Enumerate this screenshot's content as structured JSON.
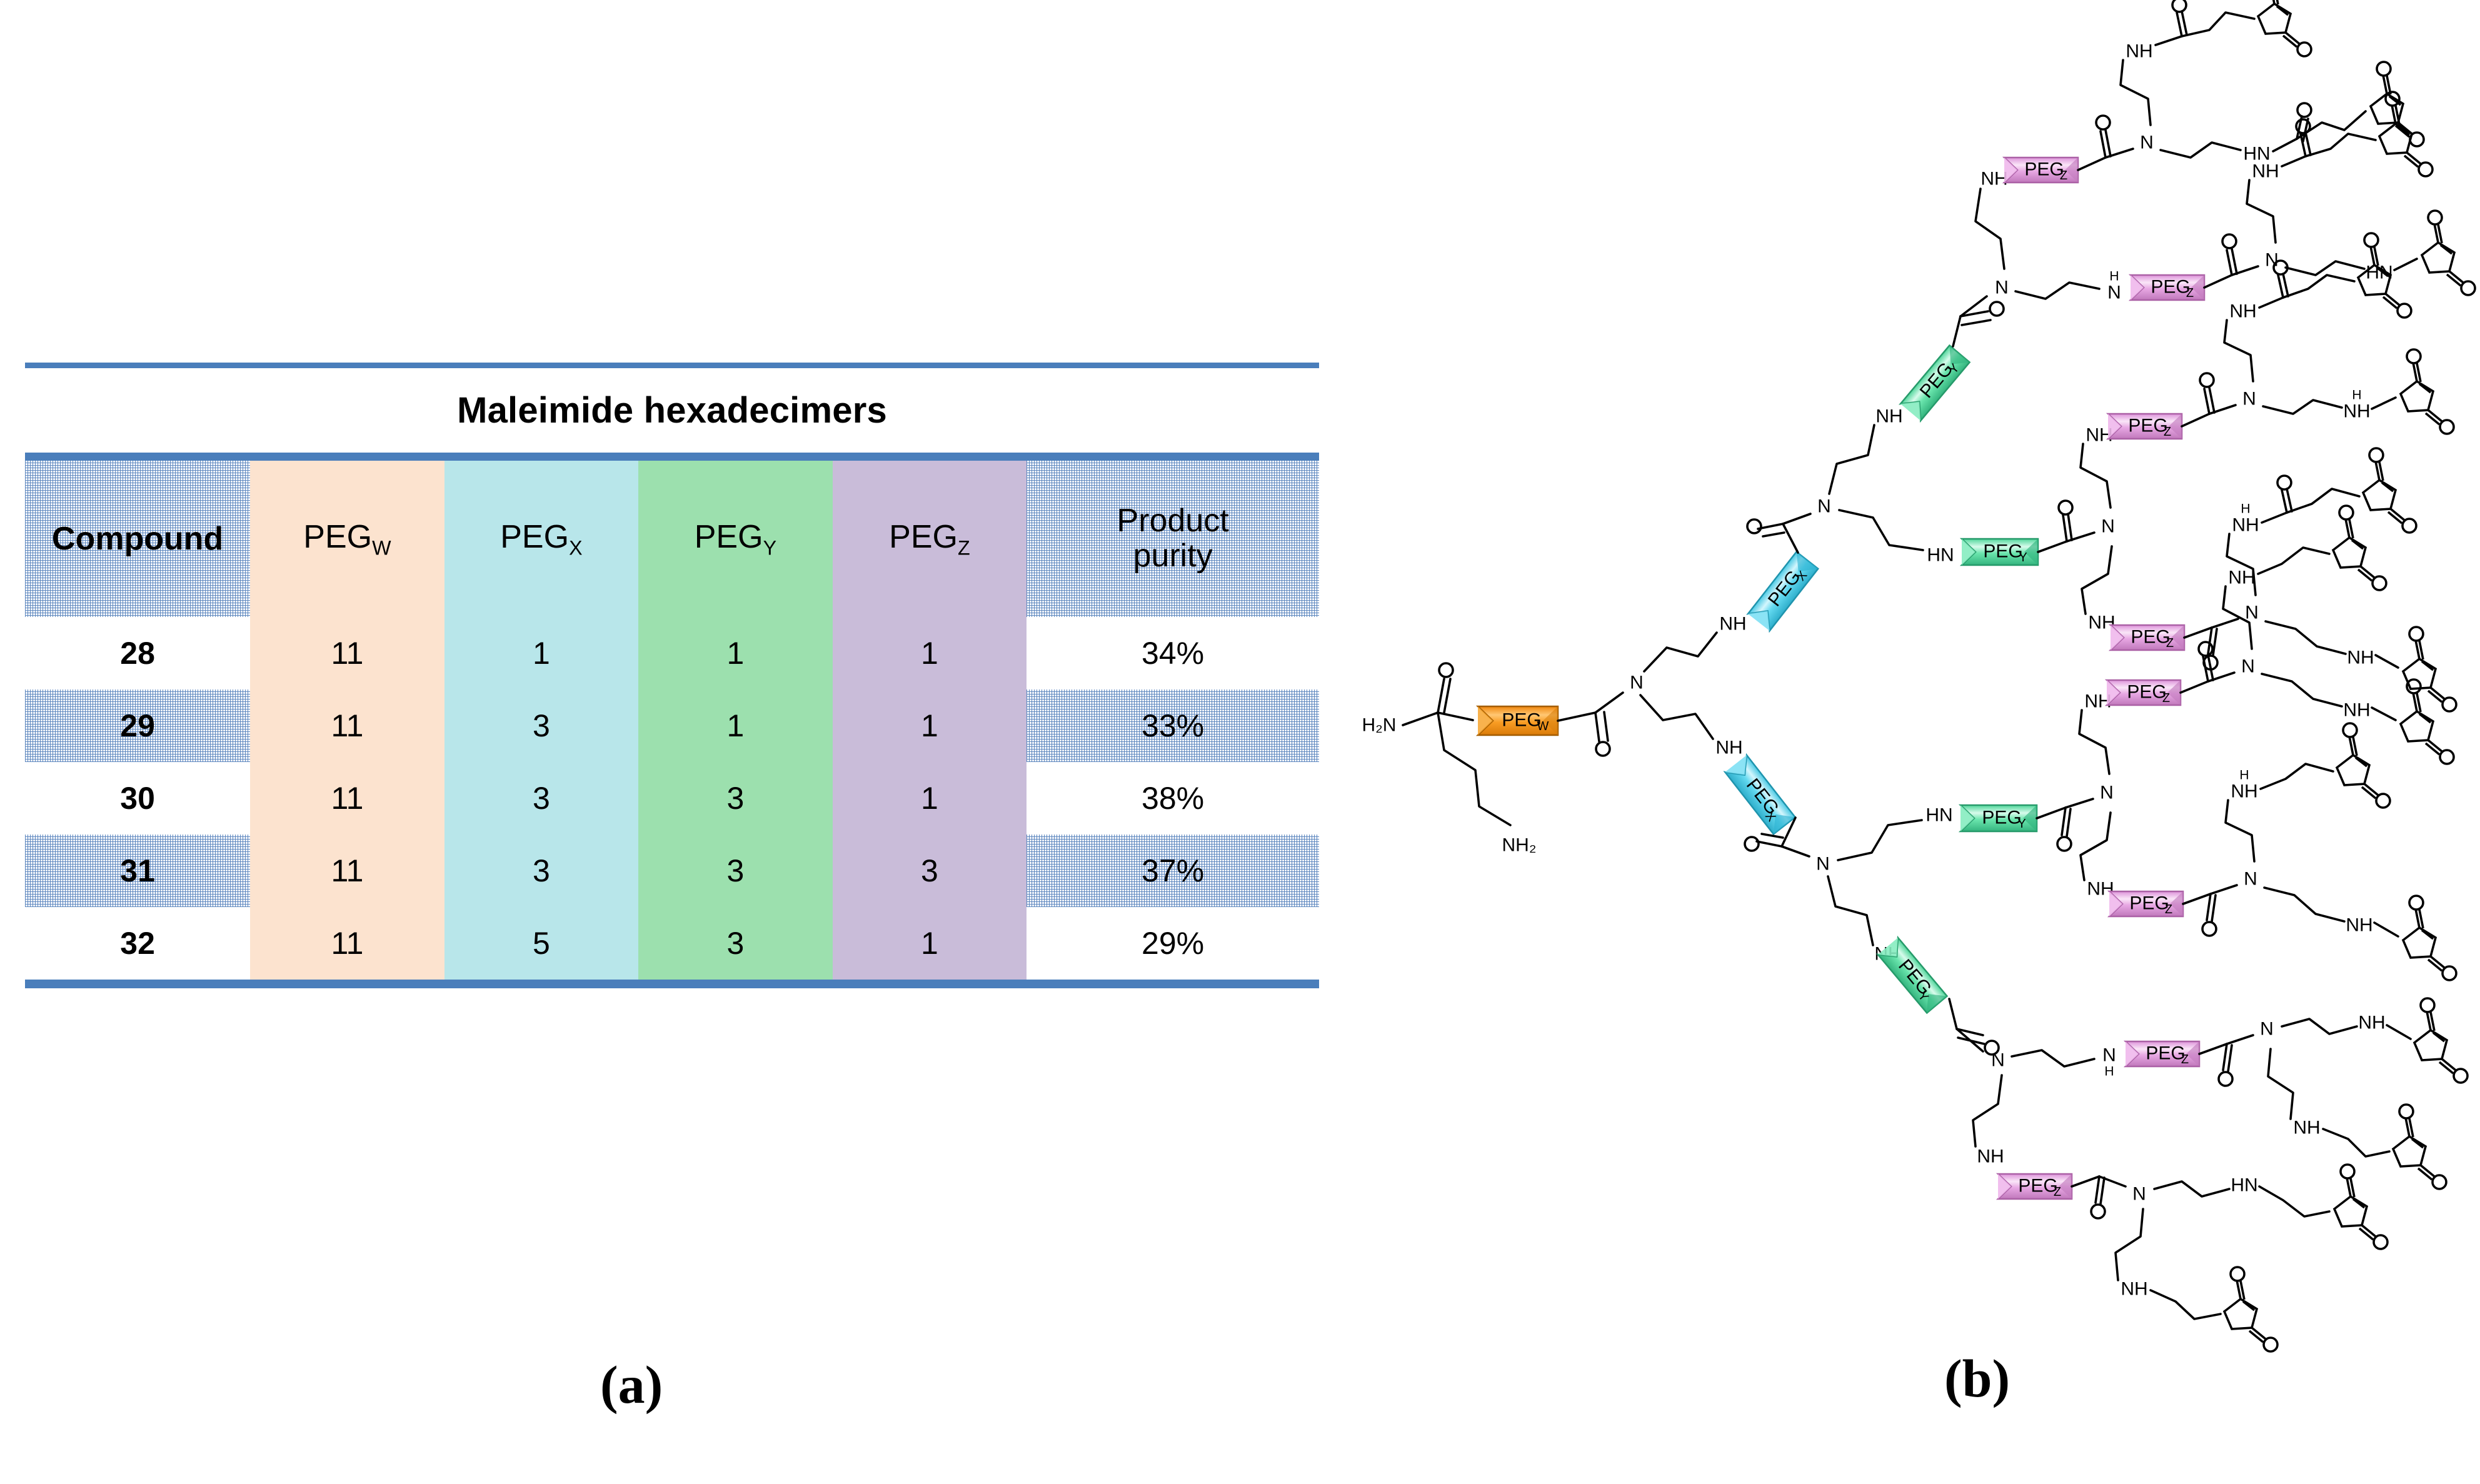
{
  "figure": {
    "panel_a_label": "(a)",
    "panel_b_label": "(b)"
  },
  "table": {
    "title": "Maleimide hexadecimers",
    "rule_color": "#4a7ebb",
    "columns": [
      {
        "key": "compound",
        "label": "Compound",
        "label_sub": "",
        "bg": "#dce6f1"
      },
      {
        "key": "pegw",
        "label": "PEG",
        "label_sub": "W",
        "bg": "#fce3cf"
      },
      {
        "key": "pegx",
        "label": "PEG",
        "label_sub": "X",
        "bg": "#b8e6ea"
      },
      {
        "key": "pegy",
        "label": "PEG",
        "label_sub": "Y",
        "bg": "#9ce0ae"
      },
      {
        "key": "pegz",
        "label": "PEG",
        "label_sub": "Z",
        "bg": "#c9bcd9"
      },
      {
        "key": "purity",
        "label_line1": "Product",
        "label_line2": "purity",
        "bg": "#dce6f1"
      }
    ],
    "rows": [
      {
        "compound": "28",
        "pegw": "11",
        "pegx": "1",
        "pegy": "1",
        "pegz": "1",
        "purity": "34%"
      },
      {
        "compound": "29",
        "pegw": "11",
        "pegx": "3",
        "pegy": "1",
        "pegz": "1",
        "purity": "33%"
      },
      {
        "compound": "30",
        "pegw": "11",
        "pegx": "3",
        "pegy": "3",
        "pegz": "1",
        "purity": "38%"
      },
      {
        "compound": "31",
        "pegw": "11",
        "pegx": "3",
        "pegy": "3",
        "pegz": "3",
        "purity": "37%"
      },
      {
        "compound": "32",
        "pegw": "11",
        "pegx": "5",
        "pegy": "3",
        "pegz": "1",
        "purity": "29%"
      }
    ]
  },
  "structure": {
    "name": "maleimide-hexadecimer-dendrimer",
    "core_labels": {
      "amide_nh2": "H₂N",
      "lysine_nh2": "NH₂",
      "oxygen": "O",
      "nitrogen": "N",
      "amine_nh": "NH",
      "amine_hn": "HN",
      "amide_h": "H"
    },
    "peg_blocks": [
      {
        "id": "pegw",
        "label": "PEG",
        "sub": "W",
        "color": "#f7931e",
        "highlight": "#ffd27f",
        "shade": "#c06f10",
        "count": 1
      },
      {
        "id": "pegx",
        "label": "PEG",
        "sub": "X",
        "color": "#5fd7ee",
        "highlight": "#c9f3fb",
        "shade": "#2ba9c4",
        "count": 2
      },
      {
        "id": "pegy",
        "label": "PEG",
        "sub": "Y",
        "color": "#5fe2a0",
        "highlight": "#cdf9e4",
        "shade": "#2fb077",
        "count": 4
      },
      {
        "id": "pegz",
        "label": "PEG",
        "sub": "Z",
        "color": "#e59fe0",
        "highlight": "#f8dcf6",
        "shade": "#b565b0",
        "count": 8
      }
    ],
    "terminal_group": "maleimide",
    "terminal_count": 16,
    "generations": "PEG_W → 2×PEG_X → 4×PEG_Y → 8×PEG_Z → 16×maleimide"
  }
}
